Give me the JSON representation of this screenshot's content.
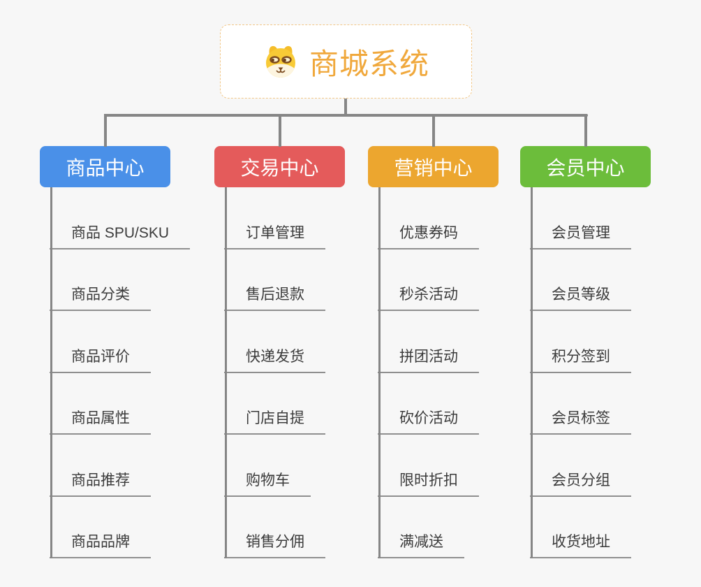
{
  "root": {
    "title": "商城系统",
    "icon": "dog-face-icon"
  },
  "branches": [
    {
      "label": "商品中心",
      "color": "#4a90e8",
      "items": [
        "商品 SPU/SKU",
        "商品分类",
        "商品评价",
        "商品属性",
        "商品推荐",
        "商品品牌"
      ]
    },
    {
      "label": "交易中心",
      "color": "#e45b5b",
      "items": [
        "订单管理",
        "售后退款",
        "快递发货",
        "门店自提",
        "购物车",
        "销售分佣"
      ]
    },
    {
      "label": "营销中心",
      "color": "#eca62f",
      "items": [
        "优惠券码",
        "秒杀活动",
        "拼团活动",
        "砍价活动",
        "限时折扣",
        "满减送"
      ]
    },
    {
      "label": "会员中心",
      "color": "#6cbd3b",
      "items": [
        "会员管理",
        "会员等级",
        "积分签到",
        "会员标签",
        "会员分组",
        "收货地址"
      ]
    }
  ],
  "colors": {
    "canvas-bg": "#f7f7f7",
    "root-text": "#f0a83c",
    "root-border": "#f2c788",
    "connector": "#868686",
    "underline": "#8f8f8f",
    "item-text": "#3b3b3b"
  }
}
